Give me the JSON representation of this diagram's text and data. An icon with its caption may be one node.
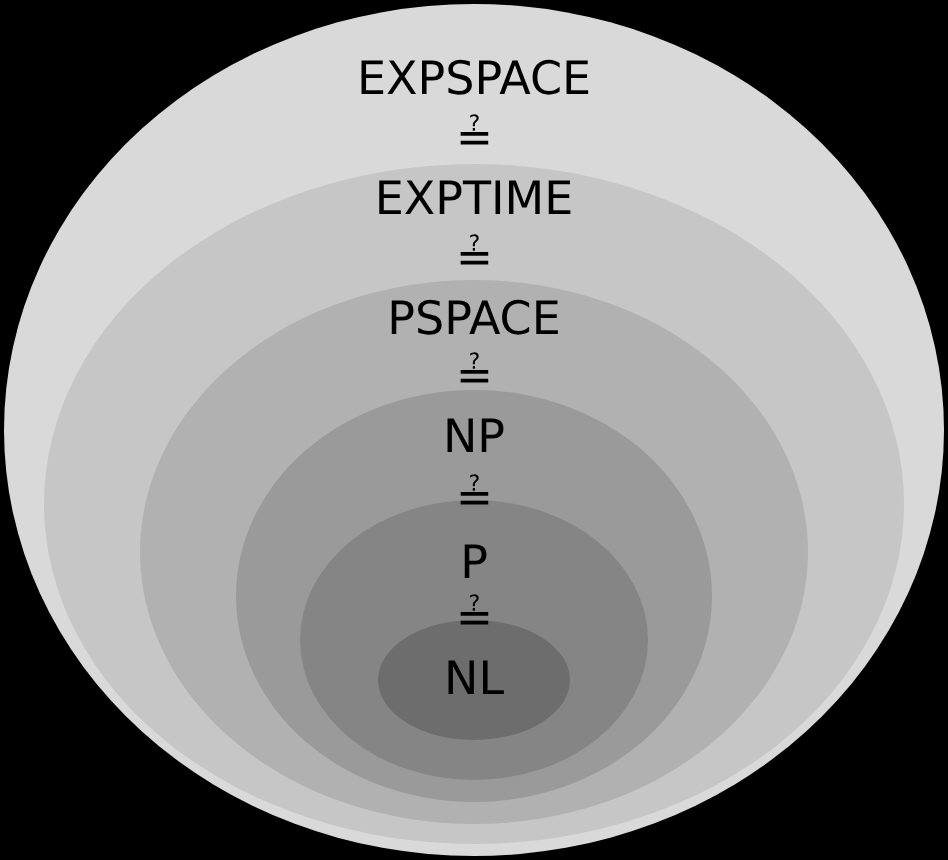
{
  "diagram": {
    "nodes": [
      {
        "text": [
          "EXPSPACE"
        ]
      },
      {
        "text": [
          "EXPTIME"
        ],
        "in": 0
      },
      {
        "text": [
          "PSPACE"
        ],
        "in": 1
      },
      {
        "text": [
          "NP"
        ],
        "in": 2
      },
      {
        "text": [
          "P"
        ],
        "in": 3
      },
      {
        "text": [
          "NL"
        ],
        "in": 4
      }
    ],
    "labels": [
      "≟",
      "≟",
      "≟",
      "≟",
      "≟"
    ]
  }
}
